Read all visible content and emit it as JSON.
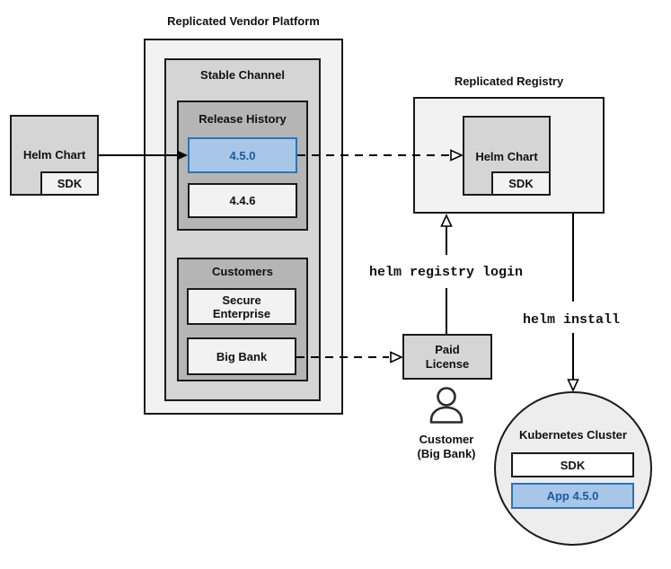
{
  "colors": {
    "panel_light": "#f2f2f2",
    "panel_mid": "#d5d5d5",
    "panel_dark": "#b5b5b5",
    "cluster_fill": "#ededed",
    "highlight_fill": "#a8c6e8",
    "highlight_border": "#2e74b5",
    "highlight_text": "#1b5c9e",
    "line": "#000000"
  },
  "platform": {
    "title": "Replicated Vendor Platform",
    "stable_channel": {
      "title": "Stable Channel",
      "release_history": {
        "title": "Release History",
        "releases": [
          {
            "version": "4.5.0",
            "highlight": true
          },
          {
            "version": "4.4.6",
            "highlight": false
          }
        ]
      },
      "customers": {
        "title": "Customers",
        "items": [
          {
            "name": "Secure Enterprise"
          },
          {
            "name": "Big Bank"
          }
        ]
      }
    }
  },
  "vendor_helm_chart": {
    "label": "Helm Chart",
    "sdk": "SDK"
  },
  "registry": {
    "title": "Replicated Registry",
    "helm_chart": {
      "label": "Helm Chart",
      "sdk": "SDK"
    }
  },
  "commands": {
    "registry_login": "helm registry login",
    "install": "helm install"
  },
  "license": {
    "label": "Paid License"
  },
  "customer": {
    "name": "Customer",
    "org": "(Big Bank)",
    "icon": "person-icon"
  },
  "cluster": {
    "title": "Kubernetes Cluster",
    "sdk": "SDK",
    "app": "App 4.5.0"
  }
}
